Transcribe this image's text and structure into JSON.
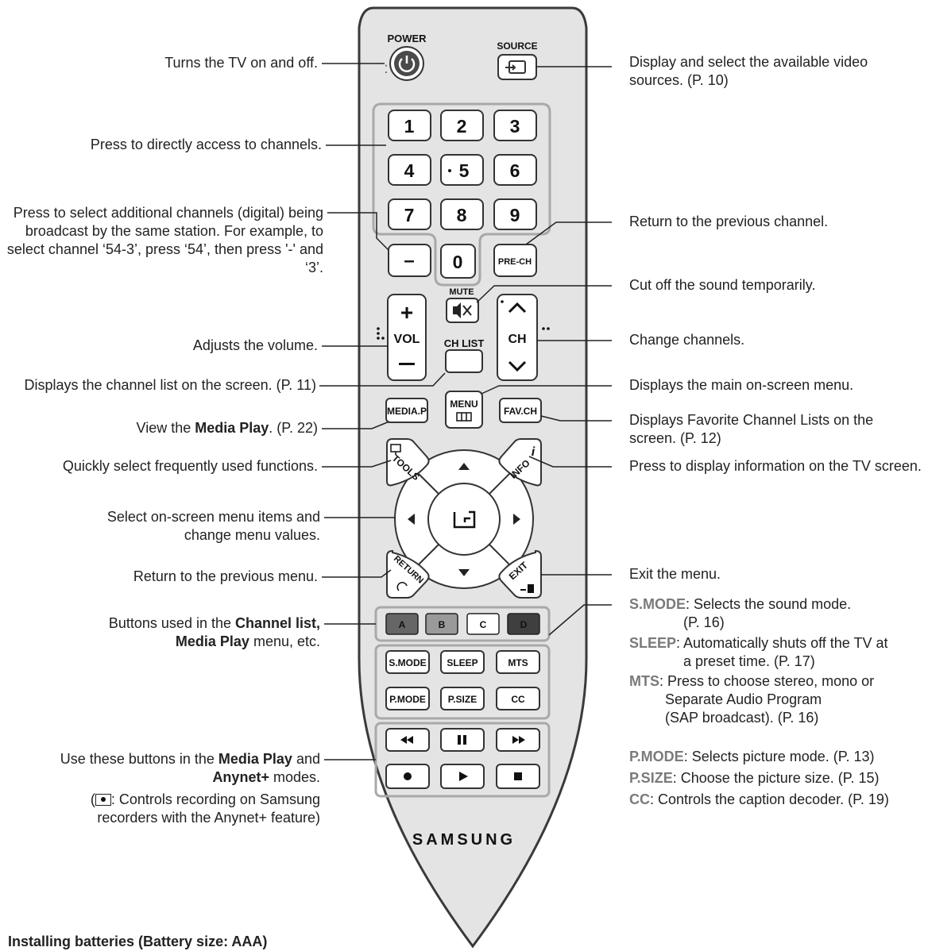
{
  "remote": {
    "power": "POWER",
    "source": "SOURCE",
    "digits": [
      "1",
      "2",
      "3",
      "4",
      "5",
      "6",
      "7",
      "8",
      "9",
      "0"
    ],
    "dash": "–",
    "prech": "PRE-CH",
    "mute": "MUTE",
    "vol": "VOL",
    "chlist": "CH LIST",
    "ch": "CH",
    "mediap": "MEDIA.P",
    "menu": "MENU",
    "favch": "FAV.CH",
    "tools": "TOOLS",
    "info": "INFO",
    "return": "RETURN",
    "exit": "EXIT",
    "colors": [
      "A",
      "B",
      "C",
      "D"
    ],
    "row1": [
      "S.MODE",
      "SLEEP",
      "MTS"
    ],
    "row2": [
      "P.MODE",
      "P.SIZE",
      "CC"
    ],
    "brand": "SAMSUNG"
  },
  "left": {
    "power": "Turns the TV on and off.",
    "numbers": "Press to directly access to channels.",
    "dash": "Press to select additional channels (digital) being broadcast by the same station. For example, to select channel ‘54-3’, press ‘54’, then press '-' and ‘3’.",
    "volume": "Adjusts the volume.",
    "chlist": "Displays the channel list on the screen. (P. 11)",
    "mediap_pre": "View the ",
    "mediap_b": "Media Play",
    "mediap_post": ". (P. 22)",
    "tools": "Quickly select frequently used functions.",
    "nav": "Select on-screen menu items and change menu values.",
    "return": "Return to the previous menu.",
    "color_pre": "Buttons used in the ",
    "color_b1": "Channel list,",
    "color_b2": "Media Play",
    "color_post": " menu, etc.",
    "media_pre": "Use these buttons in the ",
    "media_b1": "Media Play",
    "media_mid": " and ",
    "media_b2": "Anynet+",
    "media_post": " modes.",
    "rec_open": "(",
    "rec_rest": ": Controls recording on Samsung recorders with the Anynet+ feature)"
  },
  "right": {
    "source": "Display and select the available video sources. (P. 10)",
    "prech": "Return to the previous channel.",
    "mute": "Cut off the sound temporarily.",
    "ch": "Change channels.",
    "menu": "Displays the main on-screen menu.",
    "favch": "Displays Favorite Channel Lists on the screen. (P. 12)",
    "info": "Press to display information on the TV screen.",
    "exit": "Exit the menu.",
    "smode_k": "S.MODE",
    "smode_t": ": Selects the sound mode.",
    "smode_p": "(P. 16)",
    "sleep_k": "SLEEP",
    "sleep_t": ": Automatically shuts off the TV at",
    "sleep_p": "a preset time. (P. 17)",
    "mts_k": "MTS",
    "mts_t": ": Press to choose stereo, mono or",
    "mts_p": "Separate Audio Program (SAP broadcast). (P. 16)",
    "pmode_k": "P.MODE",
    "pmode_t": ": Selects picture mode. (P. 13)",
    "psize_k": "P.SIZE",
    "psize_t": ": Choose the picture size. (P. 15)",
    "cc_k": "CC",
    "cc_t": ": Controls the caption decoder. (P. 19)"
  },
  "footer": "Installing batteries (Battery size: AAA)",
  "colors": {
    "body": "#e4e4e4",
    "outline": "#3a3a3a",
    "panel": "#a9a9a9",
    "button": "#ffffff",
    "dark_a": "#666666",
    "dark_d": "#3f3f3f",
    "key": "#7a7a7a"
  }
}
